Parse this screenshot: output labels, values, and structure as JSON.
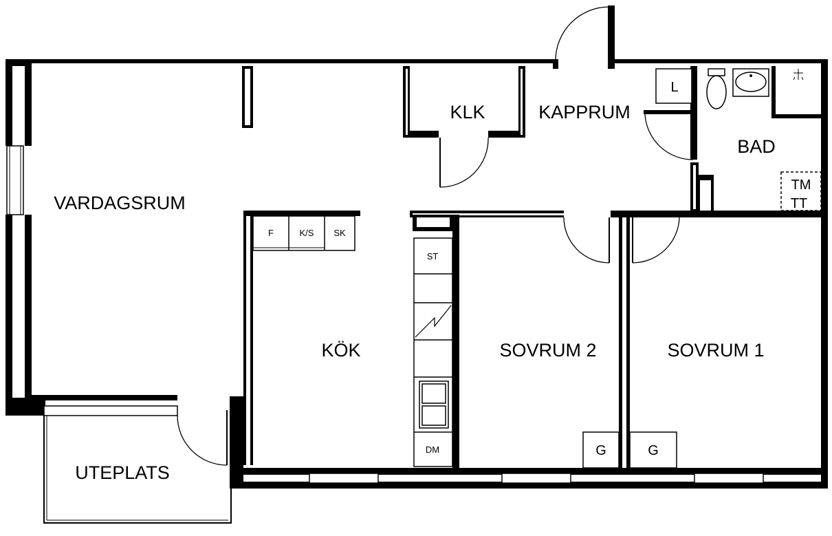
{
  "rooms": {
    "vardagsrum": "VARDAGSRUM",
    "klk": "KLK",
    "kapprum": "KAPPRUM",
    "bad": "BAD",
    "kok": "KÖK",
    "sovrum2": "SOVRUM 2",
    "sovrum1": "SOVRUM 1",
    "uteplats": "UTEPLATS"
  },
  "fixtures": {
    "f": "F",
    "ks": "K/S",
    "sk": "SK",
    "st": "ST",
    "dm": "DM",
    "l": "L",
    "tm": "TM",
    "tt": "TT",
    "g1": "G",
    "g2": "G"
  }
}
